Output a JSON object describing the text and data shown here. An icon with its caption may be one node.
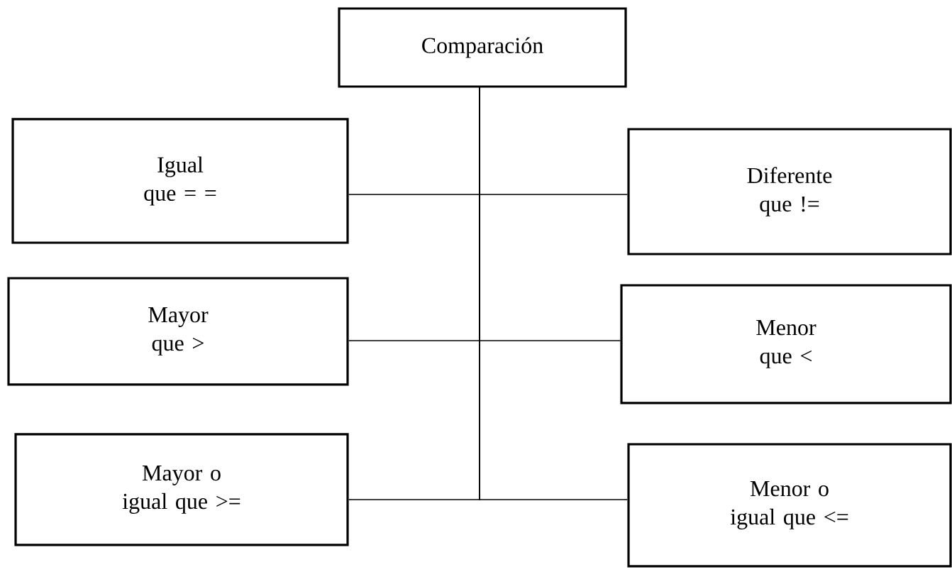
{
  "diagram": {
    "nodes": [
      {
        "text": [
          "Comparación"
        ]
      },
      {
        "text": [
          "Igual que = ="
        ]
      },
      {
        "text": [
          "Diferente que !="
        ]
      },
      {
        "text": [
          "Mayor que >"
        ]
      },
      {
        "text": [
          "Menor que <"
        ]
      },
      {
        "text": [
          "Mayor o igual que >="
        ]
      },
      {
        "text": [
          "Menor o igual que <="
        ]
      }
    ],
    "edges": [
      {
        "from": 0,
        "to": 1,
        "arrow": "none"
      },
      {
        "from": 0,
        "to": 2,
        "arrow": "none"
      },
      {
        "from": 0,
        "to": 3,
        "arrow": "none"
      },
      {
        "from": 0,
        "to": 4,
        "arrow": "none"
      },
      {
        "from": 0,
        "to": 5,
        "arrow": "none"
      },
      {
        "from": 0,
        "to": 6,
        "arrow": "none"
      }
    ]
  }
}
